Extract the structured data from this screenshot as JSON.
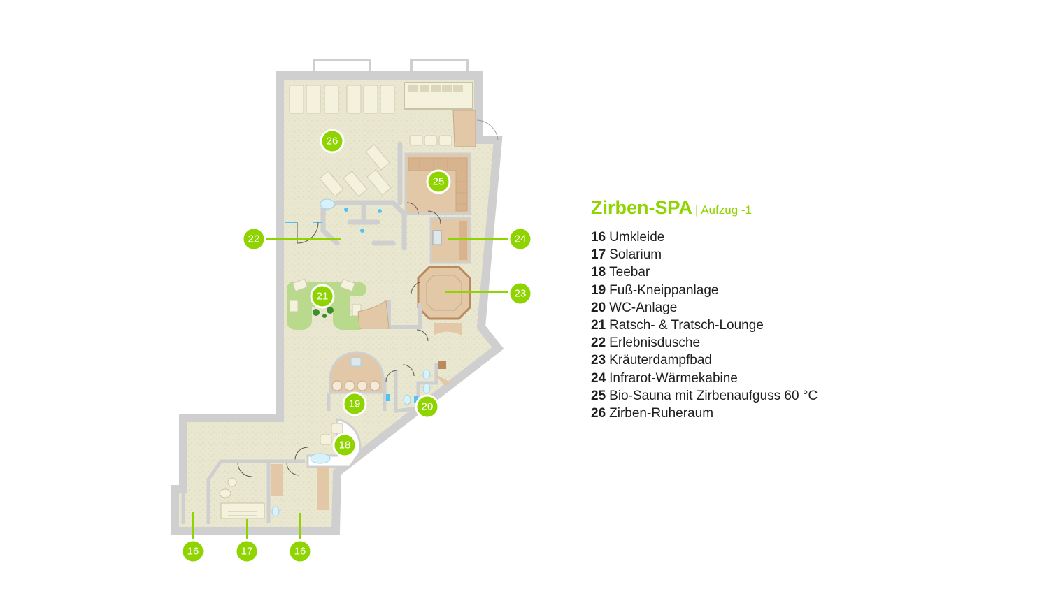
{
  "legend": {
    "title": "Zirben-SPA",
    "subtitle": "| Aufzug -1",
    "items": [
      {
        "num": "16",
        "label": "Umkleide"
      },
      {
        "num": "17",
        "label": "Solarium"
      },
      {
        "num": "18",
        "label": "Teebar"
      },
      {
        "num": "19",
        "label": "Fuß-Kneippanlage"
      },
      {
        "num": "20",
        "label": "WC-Anlage"
      },
      {
        "num": "21",
        "label": "Ratsch- & Tratsch-Lounge"
      },
      {
        "num": "22",
        "label": "Erlebnisdusche"
      },
      {
        "num": "23",
        "label": "Kräuterdampfbad"
      },
      {
        "num": "24",
        "label": "Infrarot-Wärmekabine"
      },
      {
        "num": "25",
        "label": "Bio-Sauna mit Zirbenaufguss 60 °C"
      },
      {
        "num": "26",
        "label": "Zirben-Ruheraum"
      }
    ]
  },
  "markers": [
    "26",
    "25",
    "22",
    "24",
    "23",
    "21",
    "19",
    "20",
    "18",
    "16",
    "17",
    "16"
  ],
  "colors": {
    "accent": "#8fd400",
    "floor": "#e9e7cf",
    "wall": "#cfcfcf",
    "wood": "#e3c8a8",
    "lounge": "#b9d98c"
  }
}
